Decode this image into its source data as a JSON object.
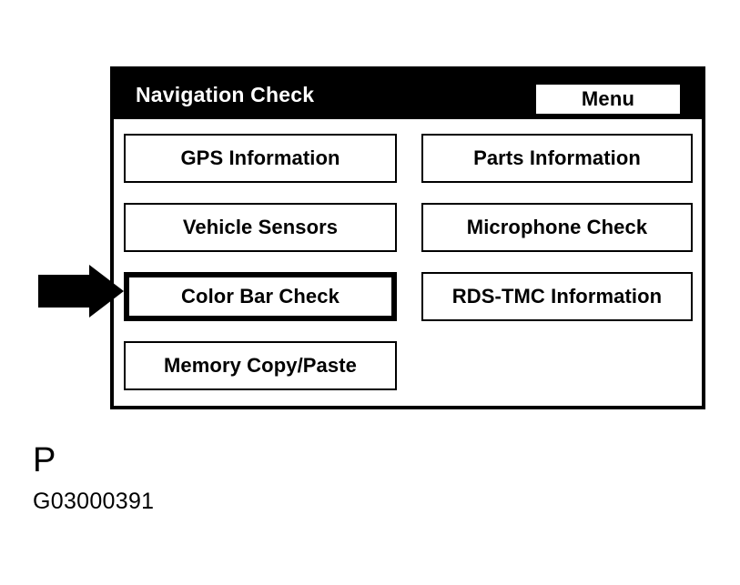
{
  "panel": {
    "title": "Navigation Check",
    "menu_button_label": "Menu",
    "title_bar_bg": "#000000",
    "title_text_color": "#ffffff",
    "panel_border_color": "#000000",
    "button_bg": "#ffffff",
    "button_text_color": "#000000"
  },
  "buttons": [
    {
      "label": "GPS Information",
      "column": "left",
      "row": 1,
      "selected": false
    },
    {
      "label": "Parts Information",
      "column": "right",
      "row": 1,
      "selected": false
    },
    {
      "label": "Vehicle Sensors",
      "column": "left",
      "row": 2,
      "selected": false
    },
    {
      "label": "Microphone Check",
      "column": "right",
      "row": 2,
      "selected": false
    },
    {
      "label": "Color Bar Check",
      "column": "left",
      "row": 3,
      "selected": true
    },
    {
      "label": "RDS-TMC Information",
      "column": "right",
      "row": 3,
      "selected": false
    },
    {
      "label": "Memory Copy/Paste",
      "column": "left",
      "row": 4,
      "selected": false
    }
  ],
  "annotation": {
    "arrow_icon": "arrow-right-icon",
    "arrow_color": "#000000",
    "points_at": "Color Bar Check"
  },
  "caption": {
    "letter": "P",
    "figure_code": "G03000391"
  }
}
